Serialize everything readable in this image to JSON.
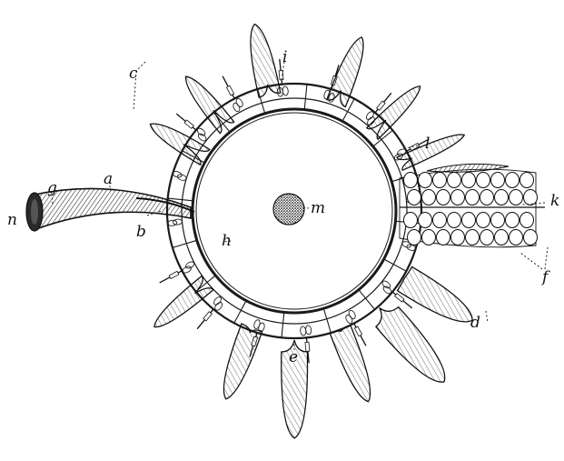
{
  "figure": {
    "labels": {
      "a": "a",
      "b": "b",
      "c": "c",
      "d": "d",
      "e": "e",
      "f": "f",
      "g": "g",
      "h": "h",
      "i": "i",
      "k": "k",
      "l": "l",
      "m": "m",
      "n": "n"
    }
  }
}
